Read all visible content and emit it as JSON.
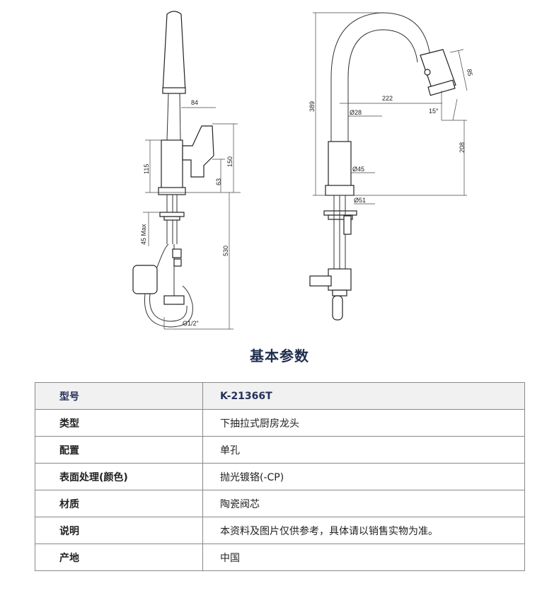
{
  "drawing": {
    "left_view_dims": {
      "d84": "84",
      "d150": "150",
      "d115": "115",
      "d63": "63",
      "d45max": "45 Max",
      "d530": "530",
      "g12": "G1/2\""
    },
    "right_view_dims": {
      "d389": "389",
      "d222": "222",
      "d85": "85",
      "d15": "15°",
      "d208": "208",
      "dia28": "Ø28",
      "dia45": "Ø45",
      "dia51": "Ø51"
    }
  },
  "section_title": "基本参数",
  "table": {
    "header": {
      "label": "型号",
      "value": "K-21366T"
    },
    "rows": [
      {
        "label": "类型",
        "value": "下抽拉式厨房龙头"
      },
      {
        "label": "配置",
        "value": "单孔"
      },
      {
        "label": "表面处理(颜色)",
        "value": "抛光镀铬(-CP)"
      },
      {
        "label": "材质",
        "value": "陶瓷阀芯"
      },
      {
        "label": "说明",
        "value": "本资料及图片仅供参考，具体请以销售实物为准。"
      },
      {
        "label": "产地",
        "value": "中国"
      }
    ]
  }
}
